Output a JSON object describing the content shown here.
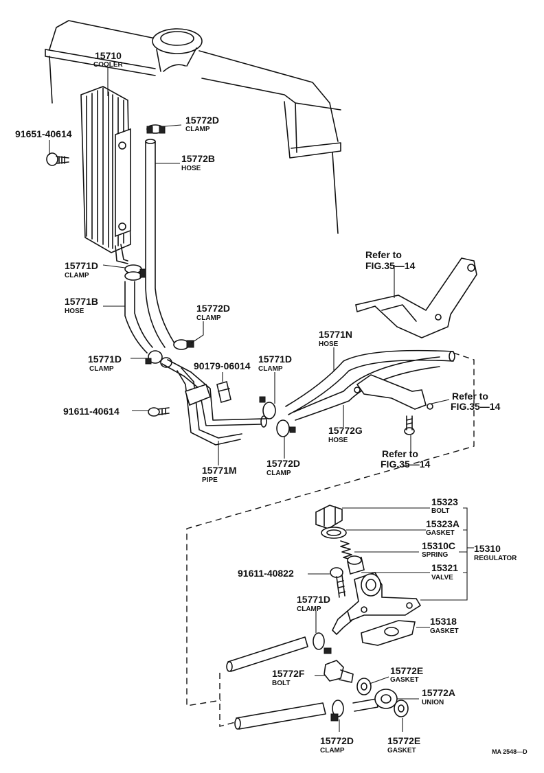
{
  "labels": {
    "p15710": {
      "num": "15710",
      "name": "COOLER"
    },
    "p91651": {
      "num": "91651-40614"
    },
    "p15772D_a": {
      "num": "15772D",
      "name": "CLAMP"
    },
    "p15772B": {
      "num": "15772B",
      "name": "HOSE"
    },
    "p15771D_a": {
      "num": "15771D",
      "name": "CLAMP"
    },
    "p15771B": {
      "num": "15771B",
      "name": "HOSE"
    },
    "p15772D_b": {
      "num": "15772D",
      "name": "CLAMP"
    },
    "p15771D_b": {
      "num": "15771D",
      "name": "CLAMP"
    },
    "p90179": {
      "num": "90179-06014"
    },
    "p15771D_c": {
      "num": "15771D",
      "name": "CLAMP"
    },
    "p91611_a": {
      "num": "91611-40614"
    },
    "p15771M": {
      "num": "15771M",
      "name": "PIPE"
    },
    "p15772D_c": {
      "num": "15772D",
      "name": "CLAMP"
    },
    "p15771N": {
      "num": "15771N",
      "name": "HOSE"
    },
    "p15772G": {
      "num": "15772G",
      "name": "HOSE"
    },
    "p15323": {
      "num": "15323",
      "name": "BOLT"
    },
    "p15323A": {
      "num": "15323A",
      "name": "GASKET"
    },
    "p15310C": {
      "num": "15310C",
      "name": "SPRING"
    },
    "p15310": {
      "num": "15310",
      "name": "REGULATOR"
    },
    "p91611_b": {
      "num": "91611-40822"
    },
    "p15321": {
      "num": "15321",
      "name": "VALVE"
    },
    "p15771D_d": {
      "num": "15771D",
      "name": "CLAMP"
    },
    "p15318": {
      "num": "15318",
      "name": "GASKET"
    },
    "p15772F": {
      "num": "15772F",
      "name": "BOLT"
    },
    "p15772E_a": {
      "num": "15772E",
      "name": "GASKET"
    },
    "p15772A": {
      "num": "15772A",
      "name": "UNION"
    },
    "p15772D_d": {
      "num": "15772D",
      "name": "CLAMP"
    },
    "p15772E_b": {
      "num": "15772E",
      "name": "GASKET"
    }
  },
  "refs": {
    "r1": {
      "line1": "Refer to",
      "line2": "FIG.35—14"
    },
    "r2": {
      "line1": "Refer to",
      "line2": "FIG.35—14"
    },
    "r3": {
      "line1": "Refer to",
      "line2": "FIG.35—14"
    }
  },
  "figure_code": "MA 2548—D"
}
